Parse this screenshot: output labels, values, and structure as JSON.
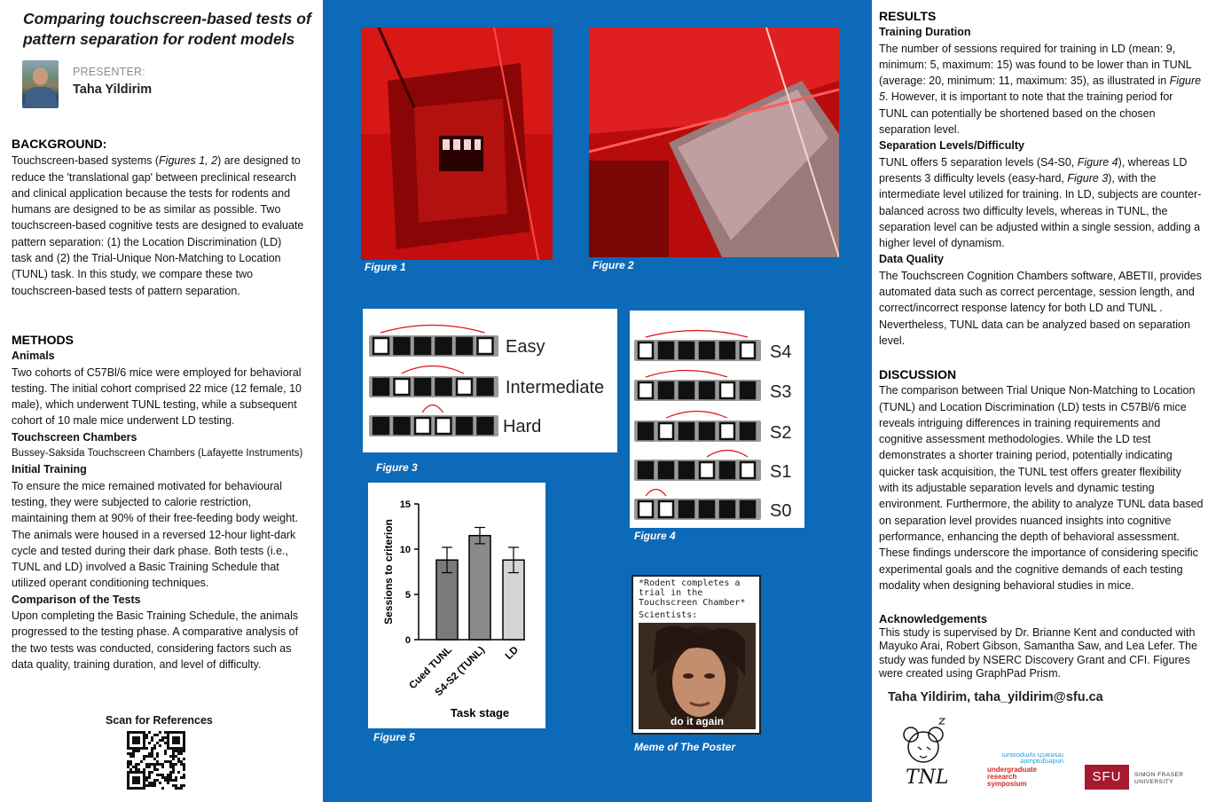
{
  "title": "Comparing touchscreen-based tests of pattern separation for rodent models",
  "presenter": {
    "label": "PRESENTER:",
    "name": "Taha Yildirim"
  },
  "background": {
    "heading": "BACKGROUND",
    "t1": "Touchscreen-based systems (",
    "t2": "Figures 1, 2",
    "t3": ") are designed to reduce the 'translational gap' between preclinical research and clinical application because the tests for rodents and humans are designed to be as similar as possible. Two touchscreen-based cognitive tests are designed to evaluate pattern separation: (1) the Location Discrimination (LD) task and (2) the Trial-Unique Non-Matching to Location (TUNL) task. In this study, we compare these two touchscreen-based tests of pattern separation."
  },
  "methods": {
    "heading": "METHODS",
    "animals_h": "Animals",
    "animals": "Two cohorts of C57Bl/6 mice were employed for behavioral testing. The initial cohort comprised 22 mice (12 female, 10 male), which underwent TUNL testing, while a subsequent cohort of 10 male mice underwent LD testing.",
    "chambers_h": "Touchscreen Chambers",
    "chambers": "Bussey-Saksida Touchscreen Chambers (Lafayette Instruments)",
    "training_h": "Initial Training",
    "training": "To ensure the mice remained motivated for behavioural testing, they were subjected to calorie restriction, maintaining them at 90% of their free-feeding body weight. The animals were housed in a reversed 12-hour light-dark cycle and tested during their dark phase. Both tests (i.e., TUNL and LD) involved a Basic Training Schedule that utilized operant conditioning techniques.",
    "comparison_h": "Comparison of the Tests",
    "comparison": "Upon completing the Basic Training Schedule, the animals progressed to the testing phase. A comparative analysis of the two tests was conducted, considering factors such as data quality, training duration, and level of difficulty."
  },
  "scan_label": "Scan for References",
  "figures": {
    "fig1": "Figure 1",
    "fig2": "Figure 2",
    "fig3": "Figure 3",
    "fig4": "Figure 4",
    "fig5": "Figure 5",
    "meme": "Meme of The Poster"
  },
  "fig3_levels": [
    "Easy",
    "Intermediate",
    "Hard"
  ],
  "fig4_levels": [
    "S4",
    "S3",
    "S2",
    "S1",
    "S0"
  ],
  "meme": {
    "caption": "*Rodent completes a trial in the Touchscreen Chamber*",
    "scientists": "Scientists:",
    "subtitle": "do it again"
  },
  "chart_data": {
    "type": "bar",
    "categories": [
      "Cued TUNL",
      "S4-S2 (TUNL)",
      "LD"
    ],
    "values": [
      8.8,
      11.5,
      8.8
    ],
    "errors": [
      1.4,
      0.9,
      1.4
    ],
    "bar_colors": [
      "#7a7a7a",
      "#8a8a8a",
      "#d4d4d4"
    ],
    "ylabel": "Sessions to criterion",
    "xlabel": "Task stage",
    "ylim": [
      0,
      15
    ],
    "yticks": [
      "0",
      "5",
      "10",
      "15"
    ]
  },
  "results": {
    "heading": "RESULTS",
    "dur_h": "Training Duration",
    "dur_a": "The number of sessions required for training in LD (mean: 9, minimum: 5, maximum: 15) was found to be lower than in TUNL (average: 20, minimum: 11, maximum: 35), as illustrated in ",
    "dur_fig": "Figure 5",
    "dur_b": ". However, it is important to note that the training period for TUNL can potentially be shortened based on the chosen separation level.",
    "sep_h": "Separation Levels/Difficulty",
    "sep_a": "TUNL offers 5 separation levels (S4-S0, ",
    "sep_fig4": "Figure 4",
    "sep_b": "), whereas LD presents 3 difficulty levels (easy-hard, ",
    "sep_fig3": "Figure 3",
    "sep_c": "), with the intermediate level utilized for training. In LD, subjects are counter-balanced across two difficulty levels, whereas in TUNL, the separation level can be adjusted within a single session, adding a higher level of dynamism.",
    "dq_h": "Data Quality",
    "dq": "The Touchscreen Cognition Chambers software, ABETII, provides automated data such as correct percentage, session length, and correct/incorrect response latency for both LD and TUNL . Nevertheless, TUNL data can be analyzed based on separation level."
  },
  "discussion": {
    "heading": "DISCUSSION",
    "text": "The comparison between Trial Unique Non-Matching to Location (TUNL) and Location Discrimination (LD) tests in C57Bl/6 mice reveals intriguing differences in training requirements and cognitive assessment methodologies. While the LD test demonstrates a shorter training period, potentially indicating quicker task acquisition, the TUNL test offers greater flexibility with its adjustable separation levels and dynamic testing environment. Furthermore, the ability to analyze TUNL data based on separation level provides nuanced insights into cognitive performance, enhancing the depth of behavioral assessment. These findings underscore the importance of considering specific experimental goals and the cognitive demands of each testing modality when designing behavioral studies in mice."
  },
  "ack": {
    "heading": "Acknowledgements",
    "text": "This study is supervised by Dr. Brianne Kent and conducted with Mayuko Arai, Robert Gibson, Samantha Saw, and Lea Lefer. The study was funded by NSERC Discovery Grant and CFI. Figures were created using GraphPad Prism."
  },
  "contact": "Taha Yildirim, taha_yildirim@sfu.ca",
  "logos": {
    "tnl": "TNL",
    "urs_mirror": "undergraduate research symposium",
    "urs_1": "undergraduate",
    "urs_2": "research",
    "urs_3": "symposium",
    "sfu": "SFU",
    "sfu_name_1": "SIMON FRASER",
    "sfu_name_2": "UNIVERSITY"
  },
  "colors": {
    "center_bg": "#0d6ab8",
    "urs_red": "#d02a2a",
    "urs_blue": "#1f9fd6",
    "sfu_red": "#a6192e"
  }
}
